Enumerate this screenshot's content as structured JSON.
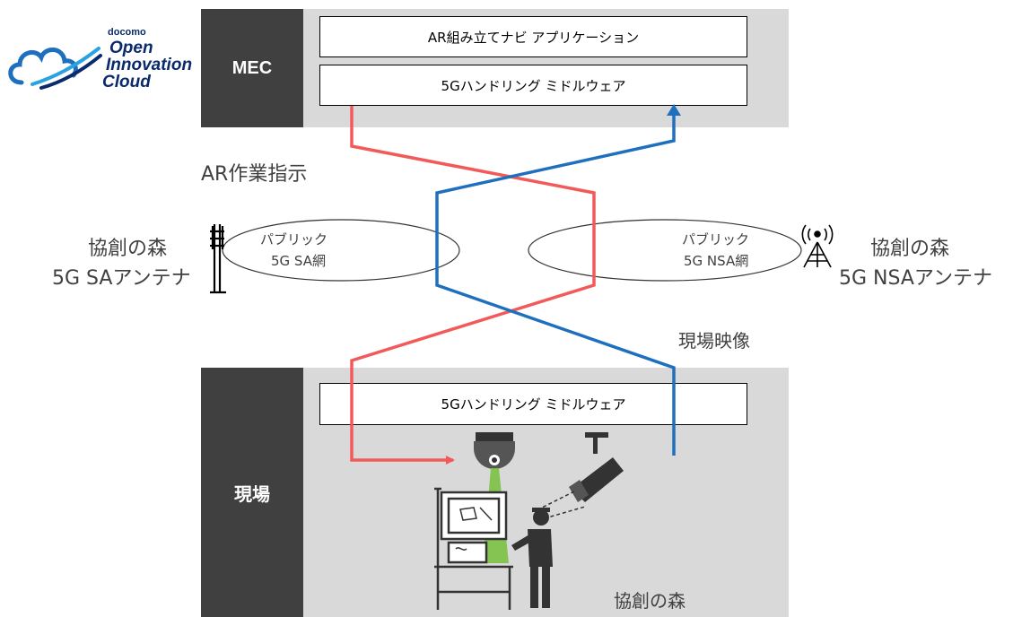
{
  "logo": {
    "small": "docomo",
    "line1": "Open",
    "line2": "Innovation",
    "line3": "Cloud"
  },
  "mec": {
    "label": "MEC",
    "app_box": "AR組み立てナビ アプリケーション",
    "middleware_box": "5Gハンドリング ミドルウェア"
  },
  "site": {
    "label": "現場",
    "middleware_box": "5Gハンドリング ミドルウェア",
    "location": "協創の森"
  },
  "flows": {
    "ar_instruction": "AR作業指示",
    "site_video": "現場映像",
    "red_color": "#f25a5a",
    "blue_color": "#1f6fbf"
  },
  "networks": {
    "sa": {
      "line1": "パブリック",
      "line2": "5G SA網"
    },
    "nsa": {
      "line1": "パブリック",
      "line2": "5G NSA網"
    }
  },
  "antennas": {
    "sa": {
      "line1": "協創の森",
      "line2": "5G SAアンテナ"
    },
    "nsa": {
      "line1": "協創の森",
      "line2": "5G NSAアンテナ"
    }
  }
}
